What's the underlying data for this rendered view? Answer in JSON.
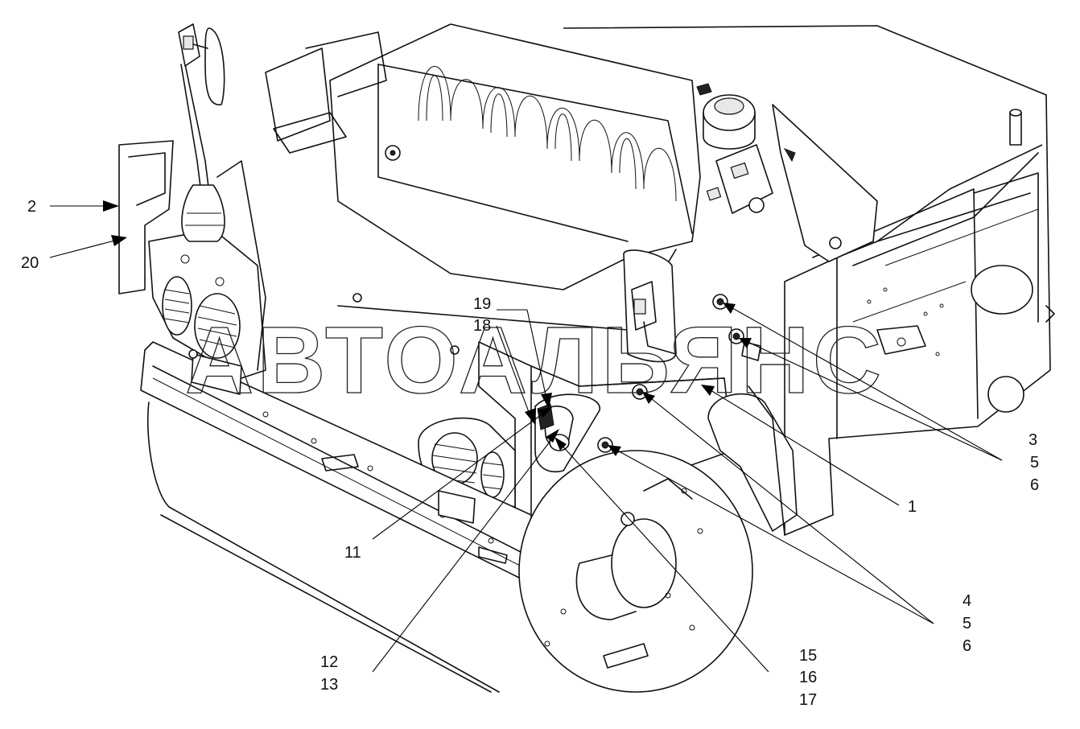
{
  "watermark": "АВТОАЛЬЯНС",
  "callouts": {
    "c2": "2",
    "c20": "20",
    "c19": "19",
    "c18": "18",
    "c3": "3",
    "c5a": "5",
    "c6a": "6",
    "c1": "1",
    "c11": "11",
    "c4": "4",
    "c5b": "5",
    "c6b": "6",
    "c12": "12",
    "c13": "13",
    "c15": "15",
    "c16": "16",
    "c17": "17"
  }
}
